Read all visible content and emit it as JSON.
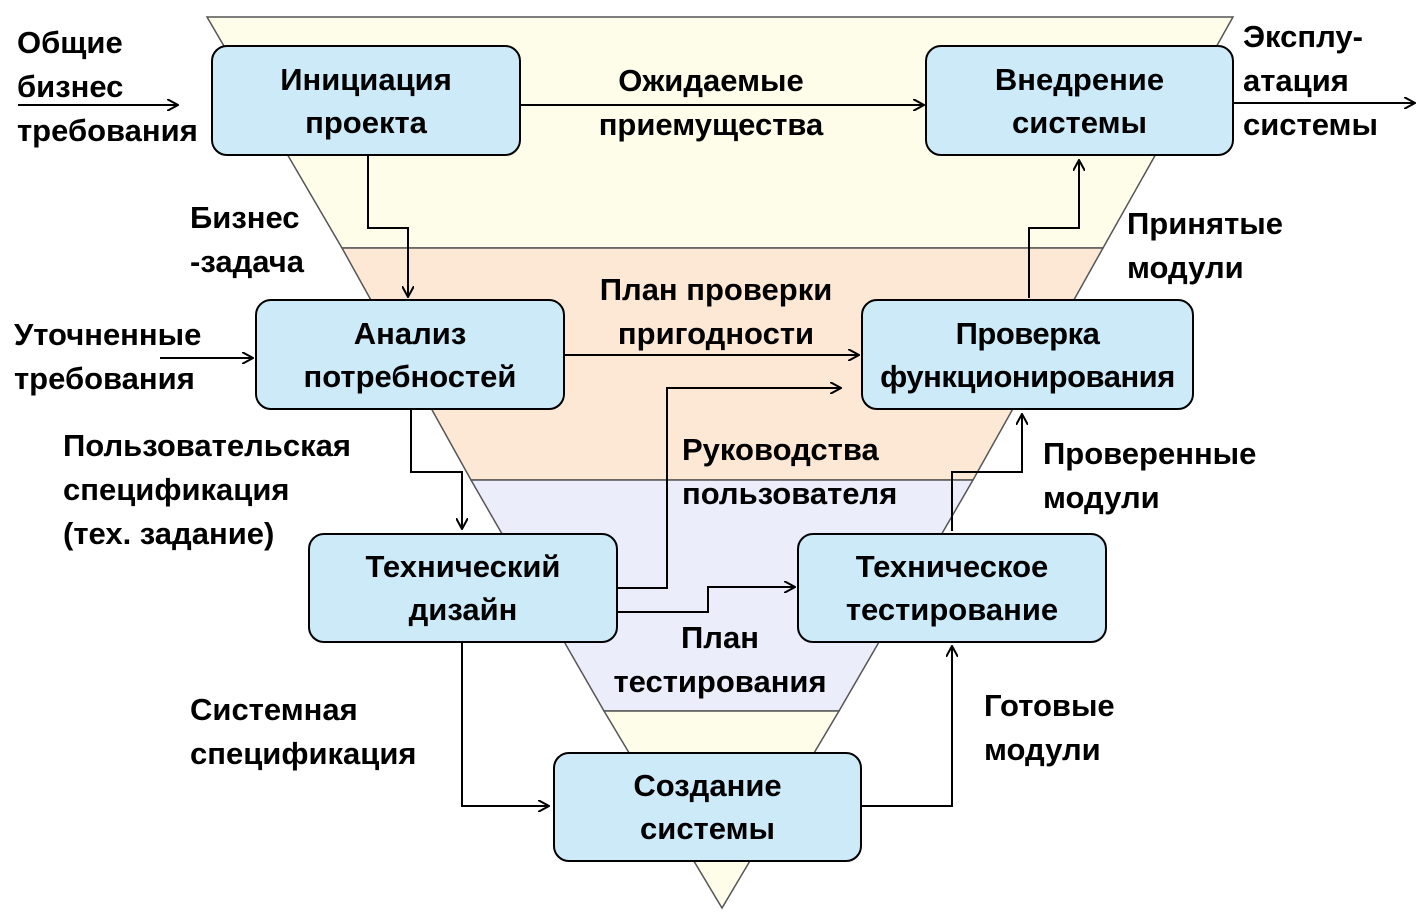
{
  "nodes": {
    "initiation": [
      "Инициация",
      "проекта"
    ],
    "deployment": [
      "Внедрение",
      "системы"
    ],
    "analysis": [
      "Анализ",
      "потребностей"
    ],
    "functional_check": [
      "Проверка",
      "функционирования"
    ],
    "tech_design": [
      "Технический",
      "дизайн"
    ],
    "tech_testing": [
      "Техническое",
      "тестирование"
    ],
    "system_build": [
      "Создание",
      "системы"
    ]
  },
  "labels": {
    "general_requirements": [
      "Общие",
      "бизнес",
      "требования"
    ],
    "operation": [
      "Эксплу-",
      "атация",
      "системы"
    ],
    "expected_benefits": [
      "Ожидаемые",
      "приемущества"
    ],
    "business_task": [
      "Бизнес",
      "-задача"
    ],
    "accepted_modules": [
      "Принятые",
      "модули"
    ],
    "refined_requirements": [
      "Уточненные",
      "требования"
    ],
    "acceptance_plan": [
      "План проверки",
      "пригодности"
    ],
    "user_spec": [
      "Пользовательская",
      "спецификация",
      "(тех. задание)"
    ],
    "user_guides": [
      "Руководства",
      "пользователя"
    ],
    "verified_modules": [
      "Проверенные",
      "модули"
    ],
    "test_plan": [
      "План",
      "тестирования"
    ],
    "system_spec": [
      "Системная",
      "спецификация"
    ],
    "ready_modules": [
      "Готовые",
      "модули"
    ]
  },
  "colors": {
    "band_top": "#fdfde9",
    "band_middle": "#fde8d6",
    "band_lower": "#ecedfb",
    "band_tip": "#fdfde9",
    "node_fill": "#cdeaf9",
    "stroke": "#000000"
  }
}
